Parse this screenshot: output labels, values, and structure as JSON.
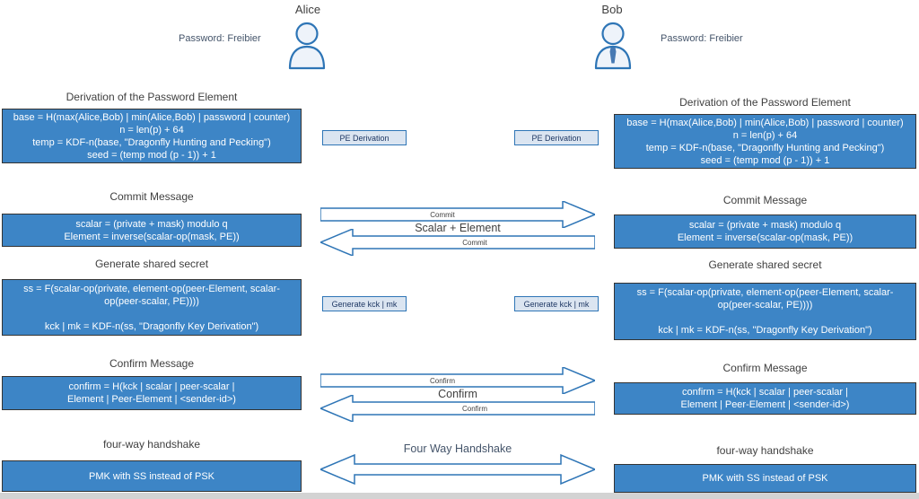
{
  "actors": {
    "alice": {
      "name": "Alice",
      "password": "Password: Freibier"
    },
    "bob": {
      "name": "Bob",
      "password": "Password: Freibier"
    }
  },
  "sections": [
    {
      "title": "Derivation of the Password Element",
      "lines": [
        "base = H(max(Alice,Bob) | min(Alice,Bob) | password | counter)",
        "n = len(p) + 64",
        "temp = KDF-n(base, \"Dragonfly Hunting and Pecking\")",
        "seed = (temp mod (p - 1)) + 1"
      ]
    },
    {
      "title": "Commit Message",
      "lines": [
        "scalar = (private + mask) modulo q",
        "Element = inverse(scalar-op(mask, PE))"
      ]
    },
    {
      "title": "Generate shared secret",
      "lines": [
        "ss = F(scalar-op(private, element-op(peer-Element, scalar-",
        "op(peer-scalar, PE))))",
        "",
        "kck | mk = KDF-n(ss, \"Dragonfly Key Derivation\")"
      ]
    },
    {
      "title": "Confirm Message",
      "lines": [
        "confirm = H(kck | scalar | peer-scalar |",
        "Element | Peer-Element | <sender-id>)"
      ]
    },
    {
      "title": "four-way handshake",
      "lines": [
        "PMK with SS instead of PSK"
      ]
    }
  ],
  "middle": {
    "pe_label": "PE Derivation",
    "commit_label": "Commit",
    "scalar_element_label": "Scalar + Element",
    "kck_label": "Generate kck | mk",
    "confirm_small_label": "Confirm",
    "confirm_center_label": "Confirm",
    "four_way_label": "Four Way Handshake"
  },
  "colors": {
    "box_blue": "#3d85c6",
    "box_border": "#333333",
    "small_box_fill": "#dbe5f1",
    "accent_blue": "#2e75b6",
    "text_dark": "#3f3f3f",
    "navy_text": "#1f3864",
    "password_text": "#44546a",
    "bottom_strip": "#d3d3d3"
  }
}
